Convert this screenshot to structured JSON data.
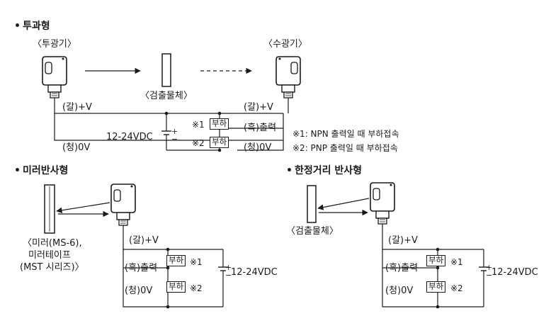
{
  "section_through": {
    "heading": "투과형",
    "emitter_label": "〈투광기〉",
    "receiver_label": "〈수광기〉",
    "object_label": "〈검출물체〉",
    "wire_brown_emitter": "(갈)+V",
    "wire_blue_emitter": "(청)0V",
    "wire_brown_receiver": "(갈)+V",
    "wire_black_receiver": "(흑)출력",
    "wire_blue_receiver": "(청)0V",
    "supply": "12-24VDC",
    "load_mark_1": "※1",
    "load_mark_2": "※2",
    "load_label": "부하",
    "note_1": "※1: NPN 출력일 때 부하접속",
    "note_2": "※2: PNP 출력일 때 부하접속"
  },
  "section_mirror": {
    "heading": "미러반사형",
    "mirror_caption_1": "〈미러(MS-6),",
    "mirror_caption_2": "미러테이프",
    "mirror_caption_3": "(MST 시리즈)〉",
    "wire_brown": "(갈)+V",
    "wire_black": "(흑)출력",
    "wire_blue": "(청)0V",
    "supply": "12-24VDC",
    "load_label": "부하",
    "load_mark_1": "※1",
    "load_mark_2": "※2"
  },
  "section_limited": {
    "heading": "한정거리 반사형",
    "object_label": "〈검출물체〉",
    "wire_brown": "(갈)+V",
    "wire_black": "(흑)출력",
    "wire_blue": "(청)0V",
    "supply": "12-24VDC",
    "load_label": "부하",
    "load_mark_1": "※1",
    "load_mark_2": "※2"
  }
}
